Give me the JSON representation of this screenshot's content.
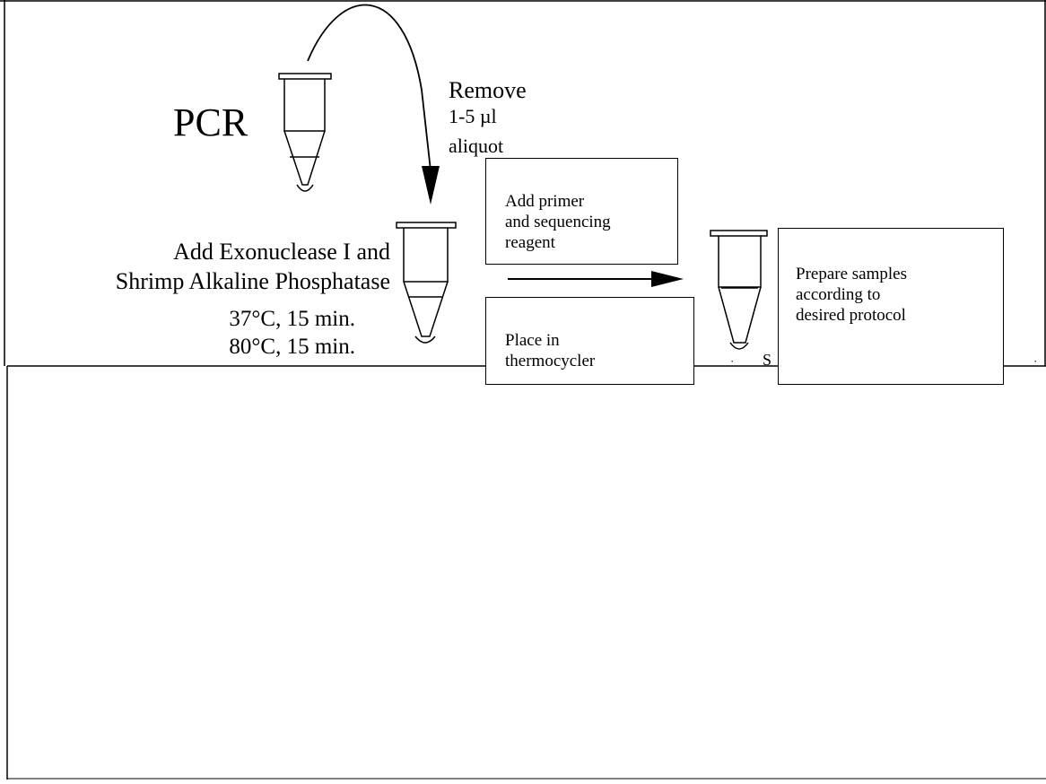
{
  "pcr_label": "PCR",
  "remove_step": {
    "line1": "Remove",
    "line2": "1-5 µl",
    "line3": "aliquot"
  },
  "exo_step": {
    "line1": "Add Exonuclease I and",
    "line2": "Shrimp Alkaline Phosphatase",
    "line3": "37°C, 15 min.",
    "line4": "80°C, 15 min."
  },
  "add_primer_box": "Add primer\nand sequencing\nreagent",
  "thermocycler_box": "Place in\nthermocycler",
  "prepare_box": "Prepare samples\naccording to\ndesired protocol"
}
